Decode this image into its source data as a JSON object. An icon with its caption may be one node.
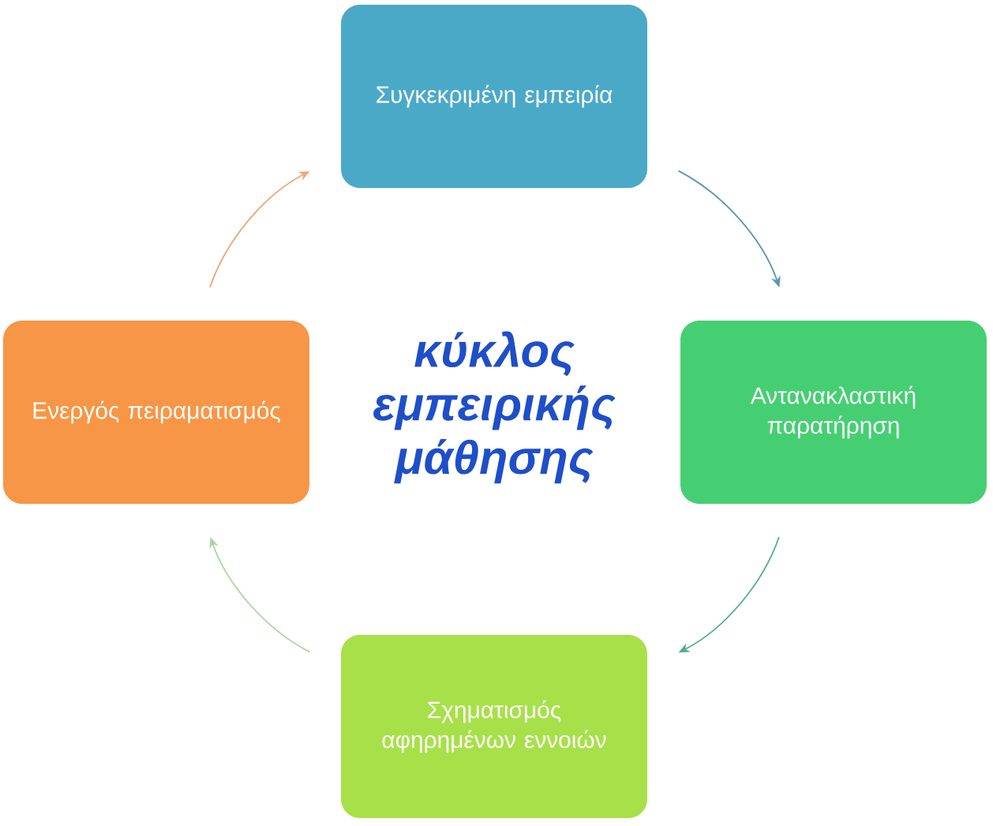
{
  "diagram": {
    "nodes": [
      {
        "text": [
          "Συγκεκριμένη εμπειρία"
        ]
      },
      {
        "text": [
          "Αντανακλαστική παρατήρηση"
        ]
      },
      {
        "text": [
          "Σχηματισμός αφηρημένων εννοιών"
        ]
      },
      {
        "text": [
          "Ενεργός πειραματισμός"
        ]
      }
    ],
    "edges": [
      {
        "from": 0,
        "to": 1,
        "arrow": "to",
        "color": "#5b94b8"
      },
      {
        "from": 1,
        "to": 2,
        "arrow": "to",
        "color": "#4fae96"
      },
      {
        "from": 2,
        "to": 3,
        "arrow": "to",
        "color": "#a9d6a0"
      },
      {
        "from": 3,
        "to": 0,
        "arrow": "to",
        "color": "#eda878"
      }
    ],
    "labels": [
      "κύκλος εμπειρικής μάθησης"
    ]
  }
}
